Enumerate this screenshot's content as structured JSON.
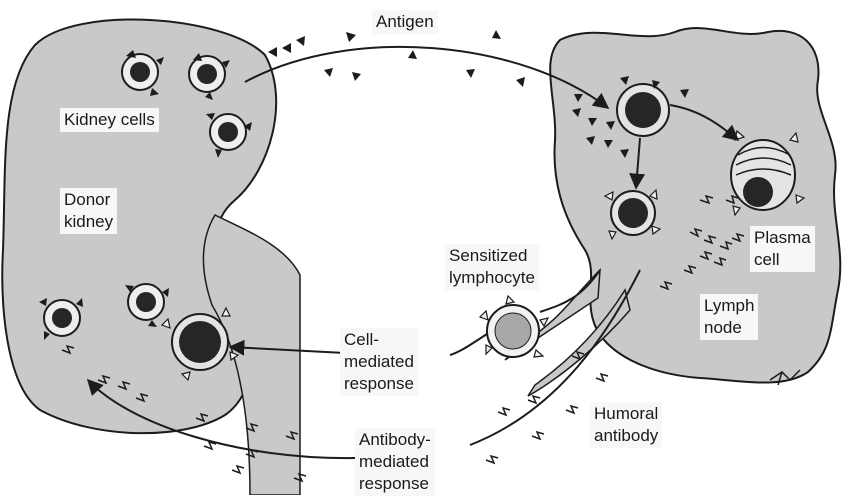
{
  "diagram": {
    "labels": {
      "antigen": "Antigen",
      "kidney_cells": "Kidney cells",
      "donor_kidney": "Donor\nkidney",
      "sensitized_lymphocyte": "Sensitized\nlymphocyte",
      "plasma_cell": "Plasma\ncell",
      "lymph_node": "Lymph\nnode",
      "cell_mediated_response": "Cell-\nmediated\nresponse",
      "humoral_antibody": "Humoral\nantibody",
      "antibody_mediated_response": "Antibody-\nmediated\nresponse"
    },
    "colors": {
      "tissue_fill": "#c9c9c9",
      "outline": "#1c1c1c",
      "nucleus": "#262626",
      "background": "#ffffff"
    },
    "icons": [
      "antigen-triangle",
      "antibody-marker",
      "kidney-cell",
      "lymphocyte",
      "plasma-cell"
    ]
  }
}
